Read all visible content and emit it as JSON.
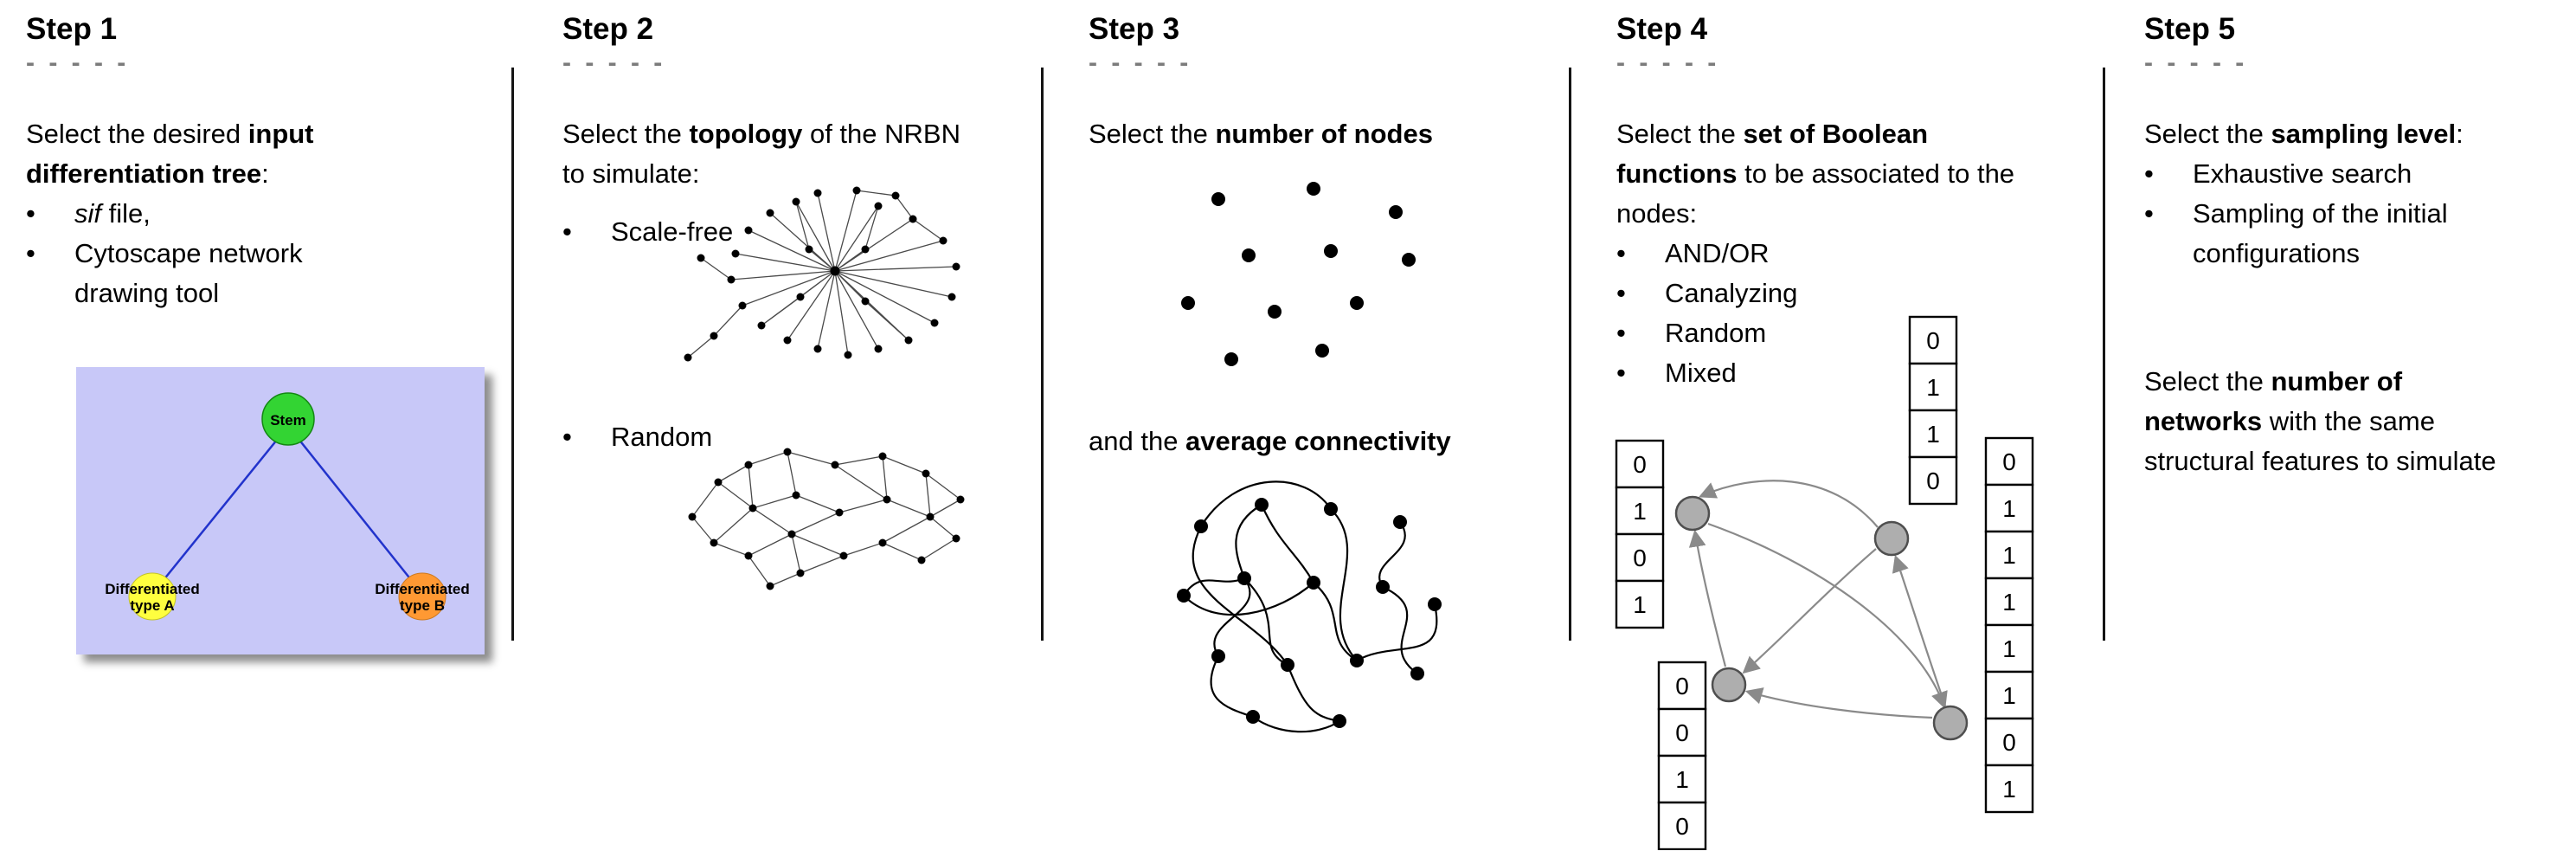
{
  "ui": {
    "bullet": "•"
  },
  "step1": {
    "title": "Step 1",
    "dashes": "- - - - -",
    "intro": {
      "pre": "Select the desired ",
      "bold": "input differentiation tree",
      "post": ":"
    },
    "bullets": {
      "sif": {
        "italic": "sif",
        "rest": " file,"
      },
      "cytoscape": "Cytoscape network drawing tool"
    },
    "tree": {
      "stem": "Stem",
      "type_a_line1": "Differentiated",
      "type_a_line2": "type A",
      "type_b_line1": "Differentiated",
      "type_b_line2": "type B"
    },
    "colors": {
      "panel_bg": "#c8c8f8",
      "stem_fill": "#33d433",
      "type_a_fill": "#ffff3f",
      "type_b_fill": "#ff9933",
      "edge": "#2233cc"
    }
  },
  "step2": {
    "title": "Step 2",
    "dashes": "- - - - -",
    "intro": {
      "pre": "Select the ",
      "bold": "topology",
      "post": " of the NRBN to simulate:"
    },
    "bullets": {
      "scale_free": "Scale-free",
      "random": "Random"
    }
  },
  "step3": {
    "title": "Step 3",
    "dashes": "- - - - -",
    "line1": {
      "pre": "Select the ",
      "bold": "number of nodes",
      "post": ""
    },
    "line2": {
      "pre": "and the ",
      "bold": "average connectivity",
      "post": ""
    }
  },
  "step4": {
    "title": "Step 4",
    "dashes": "- - - - -",
    "intro": {
      "pre": "Select the ",
      "bold": "set of Boolean functions",
      "post": " to be associated to the nodes:"
    },
    "bullets": {
      "and_or": "AND/OR",
      "canalyzing": "Canalyzing",
      "random": "Random",
      "mixed": "Mixed"
    },
    "tables": {
      "left": [
        "0",
        "1",
        "0",
        "1"
      ],
      "top": [
        "0",
        "1",
        "1",
        "0"
      ],
      "bottom": [
        "0",
        "0",
        "1",
        "0"
      ],
      "right": [
        "0",
        "1",
        "1",
        "1",
        "1",
        "1",
        "0",
        "1"
      ]
    },
    "colors": {
      "node_fill": "#aeaeae"
    }
  },
  "step5": {
    "title": "Step 5",
    "dashes": "- - - - -",
    "intro": {
      "pre": "Select the ",
      "bold": "sampling level",
      "post": ":"
    },
    "bullets": {
      "exhaustive": "Exhaustive search",
      "sampling": "Sampling of the initial configurations"
    },
    "networks": {
      "pre": "Select the ",
      "bold": "number of networks",
      "post": " with the same structural features to simulate"
    }
  }
}
